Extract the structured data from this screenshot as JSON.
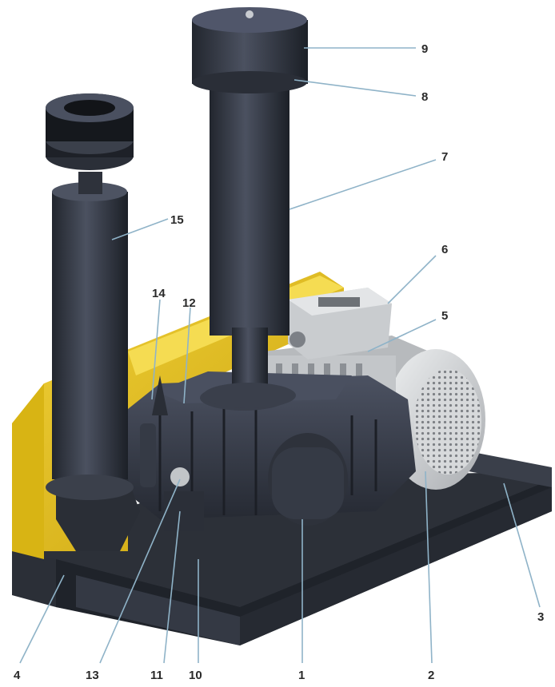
{
  "figure": {
    "callouts": [
      {
        "id": "1",
        "label": "1"
      },
      {
        "id": "2",
        "label": "2"
      },
      {
        "id": "3",
        "label": "3"
      },
      {
        "id": "4",
        "label": "4"
      },
      {
        "id": "5",
        "label": "5"
      },
      {
        "id": "6",
        "label": "6"
      },
      {
        "id": "7",
        "label": "7"
      },
      {
        "id": "8",
        "label": "8"
      },
      {
        "id": "9",
        "label": "9"
      },
      {
        "id": "10",
        "label": "10"
      },
      {
        "id": "11",
        "label": "11"
      },
      {
        "id": "12",
        "label": "12"
      },
      {
        "id": "13",
        "label": "13"
      },
      {
        "id": "14",
        "label": "14"
      },
      {
        "id": "15",
        "label": "15"
      }
    ],
    "colors": {
      "machine_body": "#3a3f4a",
      "machine_dark": "#23272f",
      "machine_highlight": "#5a6070",
      "guard_yellow": "#e8c21a",
      "motor_silver": "#cfd1d3",
      "leader_line": "#8fb3c8"
    }
  }
}
